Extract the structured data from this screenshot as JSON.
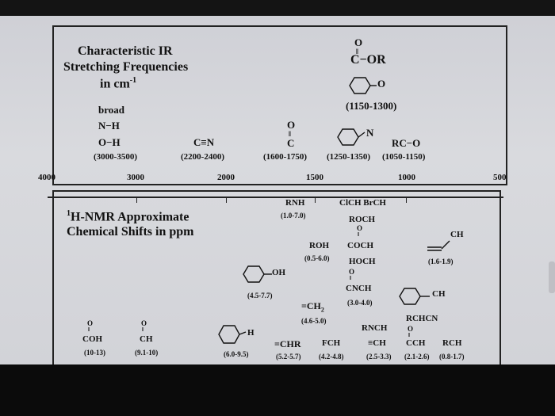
{
  "ir": {
    "title_line1": "Characteristic IR",
    "title_line2": "Stretching Frequencies",
    "title_line3": "in cm",
    "title_sup": "-1",
    "ester_o": "O",
    "ester_dbl": "‖",
    "ester_label": "C−OR",
    "ring_o": "O",
    "ester_range": "(1150-1300)",
    "broad": "broad",
    "nh": "N−H",
    "oh": "O−H",
    "oh_range": "(3000-3500)",
    "nitrile": "C≡N",
    "nitrile_range": "(2200-2400)",
    "carbonyl_o": "O",
    "carbonyl_dbl": "‖",
    "carbonyl_c": "C",
    "carbonyl_range": "(1600-1750)",
    "ring_n": "N",
    "ring_n_range": "(1250-1350)",
    "rco": "RC−O",
    "rco_range": "(1050-1150)"
  },
  "axis": {
    "labels": [
      "4000",
      "3000",
      "2000",
      "1500",
      "1000",
      "500"
    ]
  },
  "nmr": {
    "title_sup": "1",
    "title_line1": "H-NMR Approximate",
    "title_line2": "Chemical Shifts in ppm",
    "rnh": "RNH",
    "rnh_range": "(1.0-7.0)",
    "clch_brch": "ClCH  BrCH",
    "roch": "ROCH",
    "coch_o": "O",
    "coch_dbl": "‖",
    "coch": "COCH",
    "roh": "ROH",
    "roh_range": "(0.5-6.0)",
    "hoch": "HOCH",
    "allyl_ch": "CH",
    "allyl_range": "(1.6-1.9)",
    "phenol_oh": "OH",
    "phenol_range": "(4.5-7.7)",
    "cnch_o": "O",
    "cnch_dbl": "‖",
    "cnch": "CNCH",
    "cnch_range": "(3.0-4.0)",
    "benzyl_ch": "CH",
    "ch2": "=CH",
    "ch2_sub": "2",
    "ch2_range": "(4.6-5.0)",
    "rchcn": "RCHCN",
    "acid_o": "O",
    "acid_dbl": "‖",
    "acid": "COH",
    "acid_range": "(10-13)",
    "ald_o": "O",
    "ald_dbl": "‖",
    "ald": "CH",
    "ald_range": "(9.1-10)",
    "arh": "H",
    "arh_range": "(6.0-9.5)",
    "chr": "=CHR",
    "chr_range": "(5.2-5.7)",
    "fch": "FCH",
    "fch_range": "(4.2-4.8)",
    "rnch": "RNCH",
    "alkyne": "≡CH",
    "alkyne_range": "(2.5-3.3)",
    "kch_o": "O",
    "kch_dbl": "‖",
    "kch": "CCH",
    "kch_range": "(2.1-2.6)",
    "rch": "RCH",
    "rch_range": "(0.8-1.7)"
  }
}
